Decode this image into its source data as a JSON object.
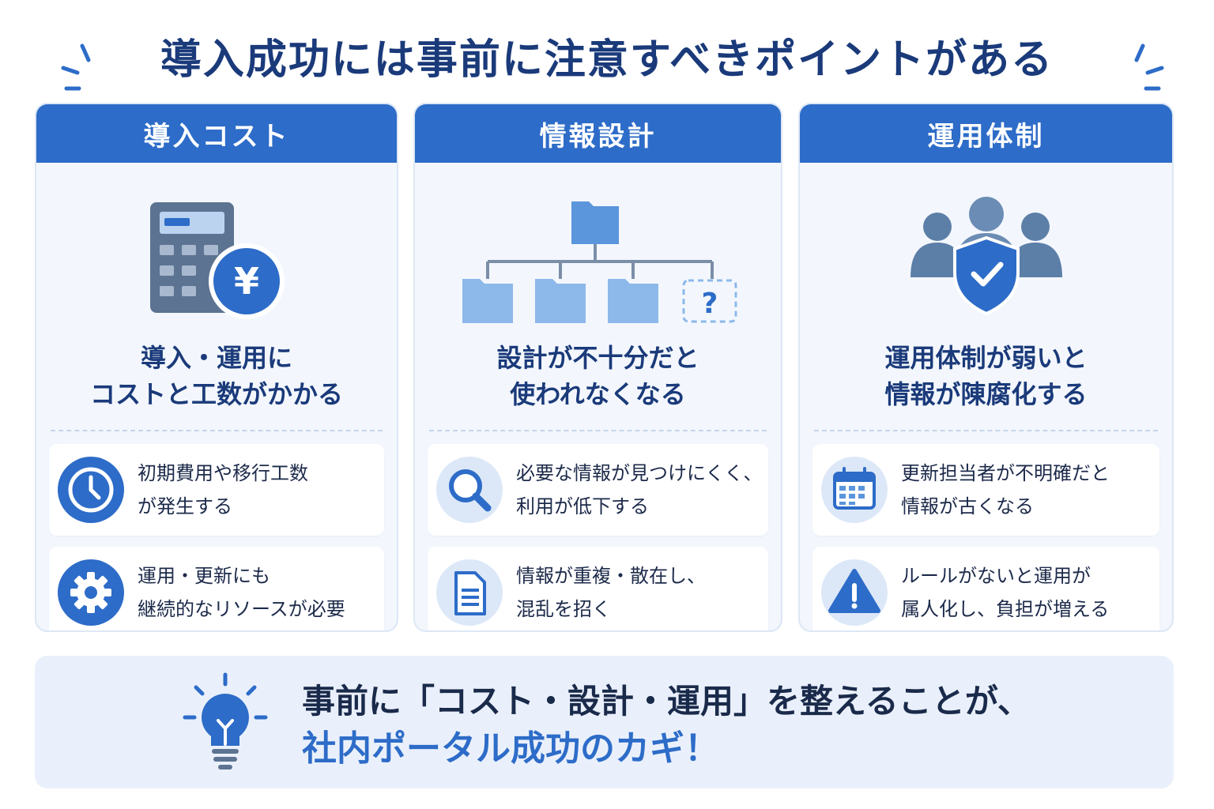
{
  "title": "導入成功には事前に注意すべきポイントがある",
  "cards": [
    {
      "header": "導入コスト",
      "main_line1": "導入・運用に",
      "main_line2": "コストと工数がかかる",
      "items": [
        {
          "icon": "clock-icon",
          "line1": "初期費用や移行工数",
          "line2": "が発生する"
        },
        {
          "icon": "gear-icon",
          "line1": "運用・更新にも",
          "line2": "継続的なリソースが必要"
        }
      ]
    },
    {
      "header": "情報設計",
      "main_line1": "設計が不十分だと",
      "main_line2": "使われなくなる",
      "items": [
        {
          "icon": "magnifier-icon",
          "line1": "必要な情報が見つけにくく、",
          "line2": "利用が低下する"
        },
        {
          "icon": "document-icon",
          "line1": "情報が重複・散在し、",
          "line2": "混乱を招く"
        }
      ]
    },
    {
      "header": "運用体制",
      "main_line1": "運用体制が弱いと",
      "main_line2": "情報が陳腐化する",
      "items": [
        {
          "icon": "calendar-icon",
          "line1": "更新担当者が不明確だと",
          "line2": "情報が古くなる"
        },
        {
          "icon": "warning-icon",
          "line1": "ルールがないと運用が",
          "line2": "属人化し、負担が増える"
        }
      ]
    }
  ],
  "banner": {
    "line1": "事前に「コスト・設計・運用」を整えることが、",
    "line2": "社内ポータル成功のカギ！"
  },
  "illustrations": {
    "card1": "calculator-yen-icon",
    "card2": "folder-tree-icon",
    "card3": "team-shield-icon"
  },
  "calculator_symbol": "¥",
  "folder_question_mark": "?",
  "colors": {
    "primary": "#2d6cc8",
    "title": "#1a3a7a",
    "card_bg": "#f3f7fd",
    "banner_bg": "#eaf0fb"
  }
}
